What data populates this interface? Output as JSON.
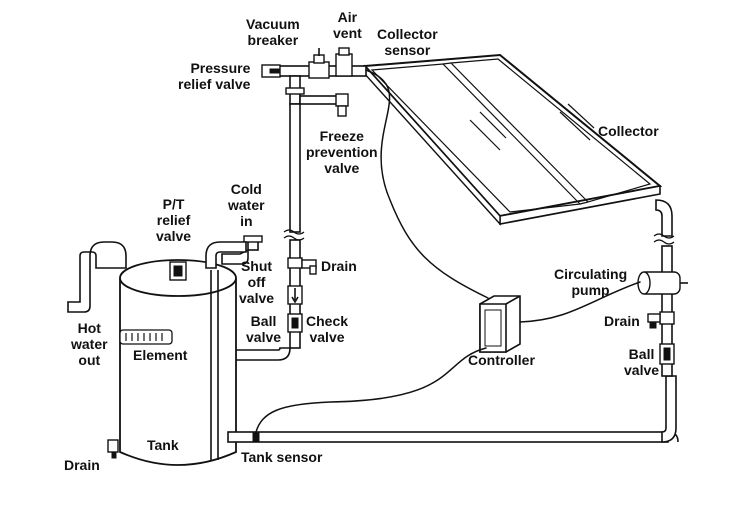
{
  "labels": {
    "vacuum_breaker": [
      "Vacuum",
      "breaker"
    ],
    "air_vent": [
      "Air",
      "vent"
    ],
    "collector_sensor": [
      "Collector",
      "sensor"
    ],
    "pressure_relief_valve": [
      "Pressure",
      "relief valve"
    ],
    "collector": [
      "Collector"
    ],
    "freeze_prevention_valve": [
      "Freeze",
      "prevention",
      "valve"
    ],
    "pt_relief_valve": [
      "P/T",
      "relief",
      "valve"
    ],
    "cold_water_in": [
      "Cold",
      "water",
      "in"
    ],
    "drain_top": [
      "Drain"
    ],
    "shut_off_valve": [
      "Shut",
      "off",
      "valve"
    ],
    "circulating_pump": [
      "Circulating",
      "pump"
    ],
    "ball_valve_left": [
      "Ball",
      "valve"
    ],
    "check_valve": [
      "Check",
      "valve"
    ],
    "drain_right": [
      "Drain"
    ],
    "hot_water_out": [
      "Hot",
      "water",
      "out"
    ],
    "element": [
      "Element"
    ],
    "controller": [
      "Controller"
    ],
    "ball_valve_right": [
      "Ball",
      "valve"
    ],
    "tank": [
      "Tank"
    ],
    "tank_sensor": [
      "Tank sensor"
    ],
    "drain_bottom": [
      "Drain"
    ]
  }
}
